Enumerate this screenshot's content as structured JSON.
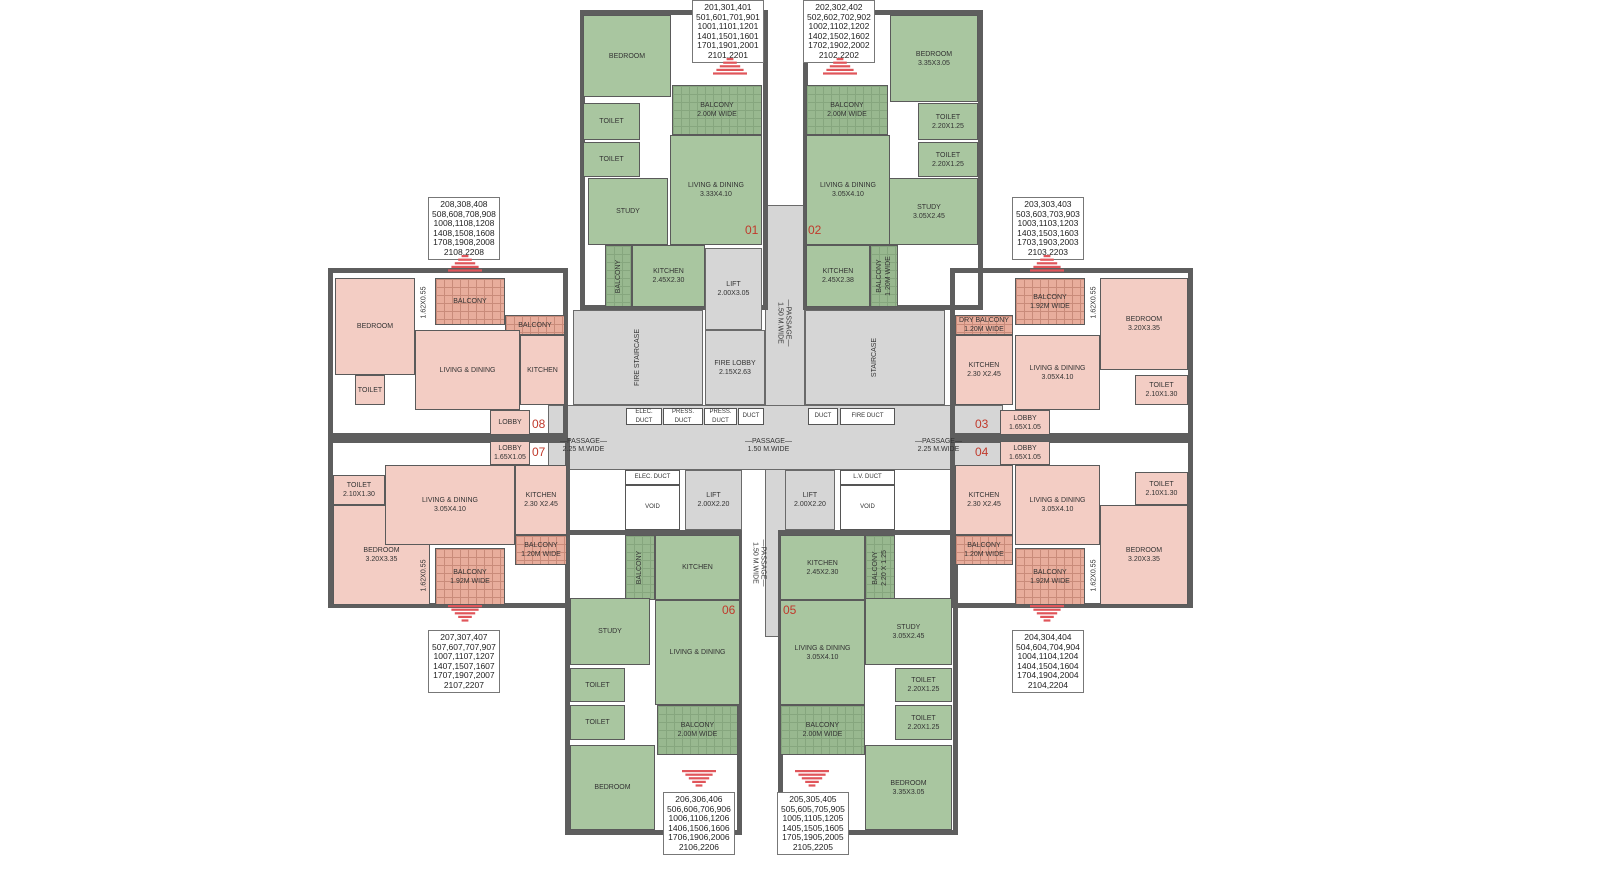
{
  "colors": {
    "unit_green": "#a9c6a0",
    "unit_pink": "#f3cdc4",
    "balcony_pink": "#e8ad9c",
    "corridor": "#d6d6d6",
    "wall": "#5e5e5e",
    "arrow": "#e0555a",
    "unit_number": "#c0392b"
  },
  "units": [
    {
      "number": "01",
      "flats": [
        "201,301,401",
        "501,601,701,901",
        "1001,1101,1201",
        "1401,1501,1601",
        "1701,1901,2001",
        "2101,2201"
      ]
    },
    {
      "number": "02",
      "flats": [
        "202,302,402",
        "502,602,702,902",
        "1002,1102,1202",
        "1402,1502,1602",
        "1702,1902,2002",
        "2102,2202"
      ]
    },
    {
      "number": "03",
      "flats": [
        "203,303,403",
        "503,603,703,903",
        "1003,1103,1203",
        "1403,1503,1603",
        "1703,1903,2003",
        "2103,2203"
      ]
    },
    {
      "number": "04",
      "flats": [
        "204,304,404",
        "504,604,704,904",
        "1004,1104,1204",
        "1404,1504,1604",
        "1704,1904,2004",
        "2104,2204"
      ]
    },
    {
      "number": "05",
      "flats": [
        "205,305,405",
        "505,605,705,905",
        "1005,1105,1205",
        "1405,1505,1605",
        "1705,1905,2005",
        "2105,2205"
      ]
    },
    {
      "number": "06",
      "flats": [
        "206,306,406",
        "506,606,706,906",
        "1006,1106,1206",
        "1406,1506,1606",
        "1706,1906,2006",
        "2106,2206"
      ]
    },
    {
      "number": "07",
      "flats": [
        "207,307,407",
        "507,607,707,907",
        "1007,1107,1207",
        "1407,1507,1607",
        "1707,1907,2007",
        "2107,2207"
      ]
    },
    {
      "number": "08",
      "flats": [
        "208,308,408",
        "508,608,708,908",
        "1008,1108,1208",
        "1408,1508,1608",
        "1708,1908,2008",
        "2108,2208"
      ]
    }
  ],
  "rooms": [
    {
      "label": "BEDROOM",
      "dim": ""
    },
    {
      "label": "TOILET",
      "dim": ""
    },
    {
      "label": "TOILET",
      "dim": ""
    },
    {
      "label": "STUDY",
      "dim": ""
    },
    {
      "label": "BALCONY",
      "dim": "2.00M WIDE"
    },
    {
      "label": "LIVING & DINING",
      "dim": "3.33X4.10"
    },
    {
      "label": "KITCHEN",
      "dim": "2.45X2.30"
    },
    {
      "label": "BALCONY",
      "dim": ""
    },
    {
      "label": "BEDROOM",
      "dim": "3.35X3.05"
    },
    {
      "label": "TOILET",
      "dim": "2.20X1.25"
    },
    {
      "label": "TOILET",
      "dim": "2.20X1.25"
    },
    {
      "label": "STUDY",
      "dim": "3.05X2.45"
    },
    {
      "label": "BALCONY",
      "dim": "2.00M WIDE"
    },
    {
      "label": "LIVING & DINING",
      "dim": "3.05X4.10"
    },
    {
      "label": "KITCHEN",
      "dim": "2.45X2.38"
    },
    {
      "label": "BALCONY",
      "dim": "1.20M WIDE"
    },
    {
      "label": "FIRE STAIRCASE",
      "dim": ""
    },
    {
      "label": "LIFT",
      "dim": "2.00X3.05"
    },
    {
      "label": "FIRE LOBBY",
      "dim": "2.15X2.63"
    },
    {
      "label": "STAIRCASE",
      "dim": ""
    },
    {
      "label": "ELEC. DUCT",
      "dim": ""
    },
    {
      "label": "PRESS. DUCT",
      "dim": ""
    },
    {
      "label": "PRESS. DUCT",
      "dim": ""
    },
    {
      "label": "DUCT",
      "dim": ""
    },
    {
      "label": "DUCT",
      "dim": ""
    },
    {
      "label": "FIRE DUCT",
      "dim": ""
    },
    {
      "label": "ELEC. DUCT",
      "dim": ""
    },
    {
      "label": "VOID",
      "dim": ""
    },
    {
      "label": "LIFT",
      "dim": "2.00X2.20"
    },
    {
      "label": "LIFT",
      "dim": "2.00X2.20"
    },
    {
      "label": "L.V. DUCT",
      "dim": ""
    },
    {
      "label": "VOID",
      "dim": ""
    },
    {
      "label": "BEDROOM",
      "dim": ""
    },
    {
      "label": "TOILET",
      "dim": ""
    },
    {
      "label": "BALCONY",
      "dim": ""
    },
    {
      "label": "BALCONY",
      "dim": ""
    },
    {
      "label": "LIVING & DINING",
      "dim": ""
    },
    {
      "label": "KITCHEN",
      "dim": ""
    },
    {
      "label": "LOBBY",
      "dim": ""
    },
    {
      "label": "LOBBY",
      "dim": "1.65X1.05"
    },
    {
      "label": "TOILET",
      "dim": "2.10X1.30"
    },
    {
      "label": "BEDROOM",
      "dim": "3.20X3.35"
    },
    {
      "label": "LIVING & DINING",
      "dim": "3.05X4.10"
    },
    {
      "label": "KITCHEN",
      "dim": "2.30 X2.45"
    },
    {
      "label": "BALCONY",
      "dim": "1.20M WIDE"
    },
    {
      "label": "BALCONY",
      "dim": "1.92M WIDE"
    },
    {
      "label": "BALCONY",
      "dim": "1.92M WIDE"
    },
    {
      "label": "BEDROOM",
      "dim": "3.20X3.35"
    },
    {
      "label": "DRY BALCONY",
      "dim": "1.20M WIDE"
    },
    {
      "label": "KITCHEN",
      "dim": "2.30 X2.45"
    },
    {
      "label": "LIVING & DINING",
      "dim": "3.05X4.10"
    },
    {
      "label": "TOILET",
      "dim": "2.10X1.30"
    },
    {
      "label": "LOBBY",
      "dim": "1.65X1.05"
    },
    {
      "label": "LOBBY",
      "dim": "1.65X1.05"
    },
    {
      "label": "KITCHEN",
      "dim": "2.30 X2.45"
    },
    {
      "label": "LIVING & DINING",
      "dim": "3.05X4.10"
    },
    {
      "label": "TOILET",
      "dim": "2.10X1.30"
    },
    {
      "label": "BEDROOM",
      "dim": "3.20X3.35"
    },
    {
      "label": "BALCONY",
      "dim": "1.20M WIDE"
    },
    {
      "label": "BALCONY",
      "dim": "1.92M WIDE"
    },
    {
      "label": "KITCHEN",
      "dim": ""
    },
    {
      "label": "BALCONY",
      "dim": ""
    },
    {
      "label": "STUDY",
      "dim": ""
    },
    {
      "label": "TOILET",
      "dim": ""
    },
    {
      "label": "TOILET",
      "dim": ""
    },
    {
      "label": "BEDROOM",
      "dim": ""
    },
    {
      "label": "LIVING & DINING",
      "dim": ""
    },
    {
      "label": "BALCONY",
      "dim": "2.00M WIDE"
    },
    {
      "label": "KITCHEN",
      "dim": "2.45X2.30"
    },
    {
      "label": "BALCONY",
      "dim": "2.20 X 1.25"
    },
    {
      "label": "LIVING & DINING",
      "dim": "3.05X4.10"
    },
    {
      "label": "STUDY",
      "dim": "3.05X2.45"
    },
    {
      "label": "TOILET",
      "dim": "2.20X1.25"
    },
    {
      "label": "TOILET",
      "dim": "2.20X1.25"
    },
    {
      "label": "BALCONY",
      "dim": "2.00M WIDE"
    },
    {
      "label": "BEDROOM",
      "dim": "3.35X3.05"
    },
    {
      "label": "",
      "dim": "1.62X0.55"
    },
    {
      "label": "",
      "dim": "1.62X0.55"
    },
    {
      "label": "",
      "dim": "1.62X0.55"
    },
    {
      "label": "",
      "dim": "1.62X0.55"
    }
  ],
  "passages": [
    {
      "label": "—PASSAGE—",
      "dim": "2.25 M.WIDE"
    },
    {
      "label": "—PASSAGE—",
      "dim": "1.50 M.WIDE"
    },
    {
      "label": "—PASSAGE—",
      "dim": "2.25 M.WIDE"
    },
    {
      "label": "—PASSAGE—",
      "dim": "1.50 M.WIDE"
    },
    {
      "label": "—PASSAGE—",
      "dim": "1.50 M.WIDE"
    }
  ]
}
